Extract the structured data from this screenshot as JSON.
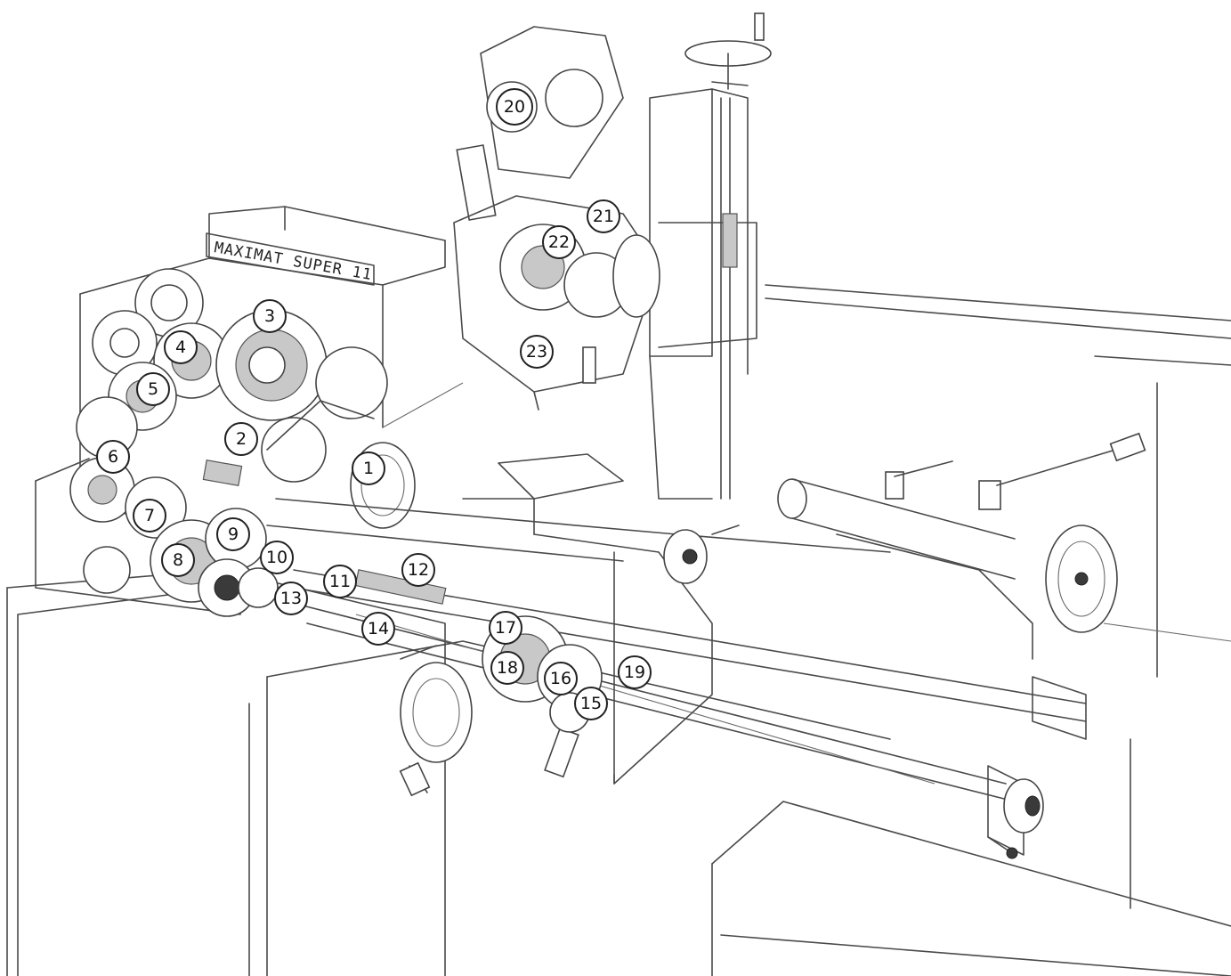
{
  "nameplate_text": "MAXIMAT SUPER 11",
  "callouts": [
    "1",
    "2",
    "3",
    "4",
    "5",
    "6",
    "7",
    "8",
    "9",
    "10",
    "11",
    "12",
    "13",
    "14",
    "15",
    "16",
    "17",
    "18",
    "19",
    "20",
    "21",
    "22",
    "23"
  ],
  "colors": {
    "ink": "#3a3a3a",
    "paper": "#ffffff",
    "shade": "#c8c8c8"
  }
}
